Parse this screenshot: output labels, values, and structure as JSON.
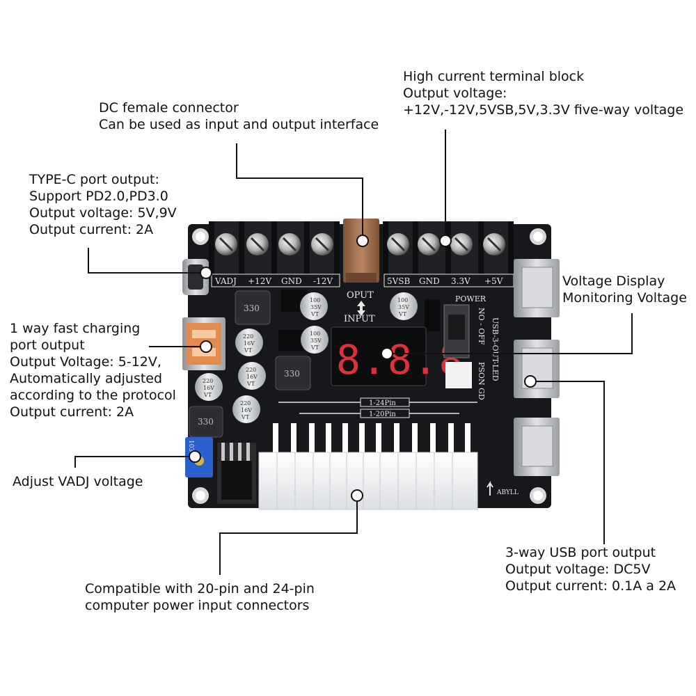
{
  "callouts": {
    "terminal_block": [
      "High current terminal block",
      "Output voltage:",
      "+12V,-12V,5VSB,5V,3.3V five-way voltage"
    ],
    "dc_connector": [
      "DC female connector",
      "Can be used as input and output interface"
    ],
    "typec": [
      "TYPE-C port output:",
      "Support PD2.0,PD3.0",
      "Output voltage: 5V,9V",
      "Output current: 2A"
    ],
    "fast_charge": [
      "1 way fast charging",
      "port output",
      "Output Voltage: 5-12V,",
      "Automatically adjusted",
      "according to the protocol",
      "Output current: 2A"
    ],
    "adjust": [
      "Adjust VADJ voltage"
    ],
    "voltage_display": [
      "Voltage Display",
      "Monitoring Voltage"
    ],
    "usb3": [
      "3-way USB port output",
      "Output voltage: DC5V",
      "Output current: 0.1A a 2A"
    ],
    "atx": [
      "Compatible with 20-pin and 24-pin",
      "computer power input connectors"
    ]
  },
  "board": {
    "terminal_labels_left": [
      "VADJ",
      "+12V",
      "GND",
      "-12V"
    ],
    "terminal_labels_right": [
      "5VSB",
      "GND",
      "3.3V",
      "+5V"
    ],
    "display_value": "8.8.8",
    "dc_jack_labels": [
      "OPUT",
      "INPUT"
    ],
    "power_label": "POWER",
    "switch_labels": "NO - OFF",
    "side_text_1": "PSON GD",
    "side_text_2": "USB-3-OUT-LED",
    "pin_24_label": "1-24Pin",
    "pin_20_label": "1-20Pin",
    "brand": "ABYLL",
    "inductor_label": "330",
    "cap_220_16": [
      "220",
      "16V",
      "VT"
    ],
    "cap_100_35": [
      "100",
      "35V",
      "VT"
    ],
    "pot_label": "103",
    "colors": {
      "pcb": "#16181b",
      "silk": "#e8e8e8",
      "display_red": "#e0303a",
      "dc_jack": "#a9744f",
      "pot": "#2b5fd0",
      "atx": "#eef0f2",
      "usb_metal": "#b9bcc0",
      "fast_usb": "#e28b4e"
    }
  }
}
